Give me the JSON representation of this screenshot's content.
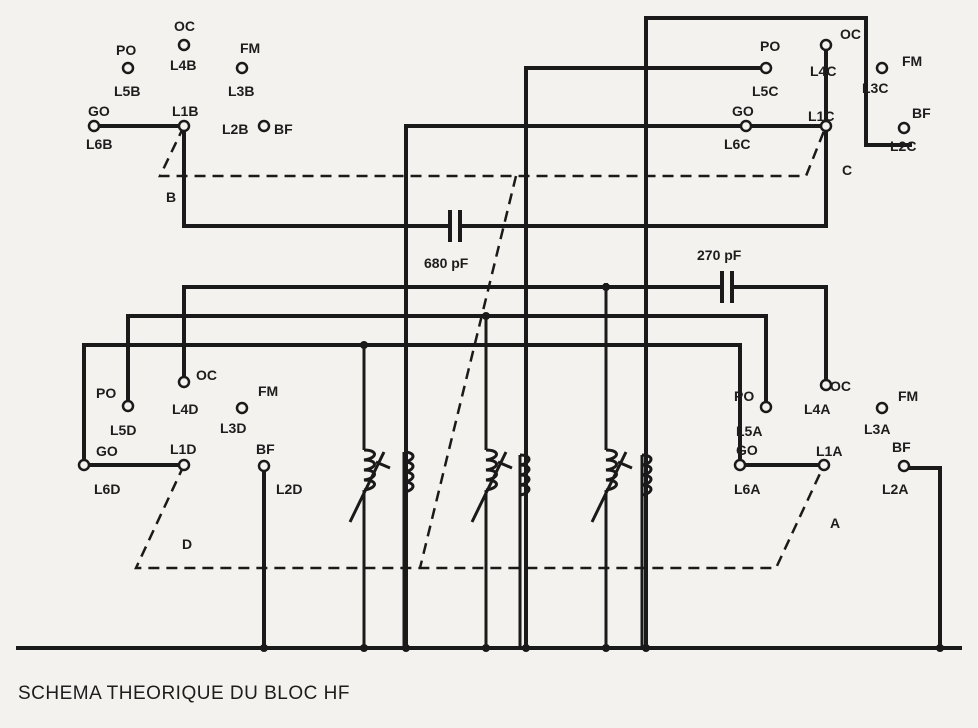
{
  "title": "SCHEMA THEORIQUE DU BLOC HF",
  "capacitors": {
    "c1": "680 pF",
    "c2": "270 pF"
  },
  "sections": {
    "A": {
      "name": "A",
      "PO": "PO",
      "OC": "OC",
      "FM": "FM",
      "GO": "GO",
      "BF": "BF",
      "L1": "L1A",
      "L2": "L2A",
      "L3": "L3A",
      "L4": "L4A",
      "L5": "L5A",
      "L6": "L6A"
    },
    "B": {
      "name": "B",
      "PO": "PO",
      "OC": "OC",
      "FM": "FM",
      "GO": "GO",
      "BF": "BF",
      "L1": "L1B",
      "L2": "L2B",
      "L3": "L3B",
      "L4": "L4B",
      "L5": "L5B",
      "L6": "L6B"
    },
    "C": {
      "name": "C",
      "PO": "PO",
      "OC": "OC",
      "FM": "FM",
      "GO": "GO",
      "BF": "BF",
      "L1": "L1C",
      "L2": "L2C",
      "L3": "L3C",
      "L4": "L4C",
      "L5": "L5C",
      "L6": "L6C"
    },
    "D": {
      "name": "D",
      "PO": "PO",
      "OC": "OC",
      "FM": "FM",
      "GO": "GO",
      "BF": "BF",
      "L1": "L1D",
      "L2": "L2D",
      "L3": "L3D",
      "L4": "L4D",
      "L5": "L5D",
      "L6": "L6D"
    }
  },
  "colors": {
    "ink": "#1a1a1a",
    "paper": "#f3f2ee"
  }
}
